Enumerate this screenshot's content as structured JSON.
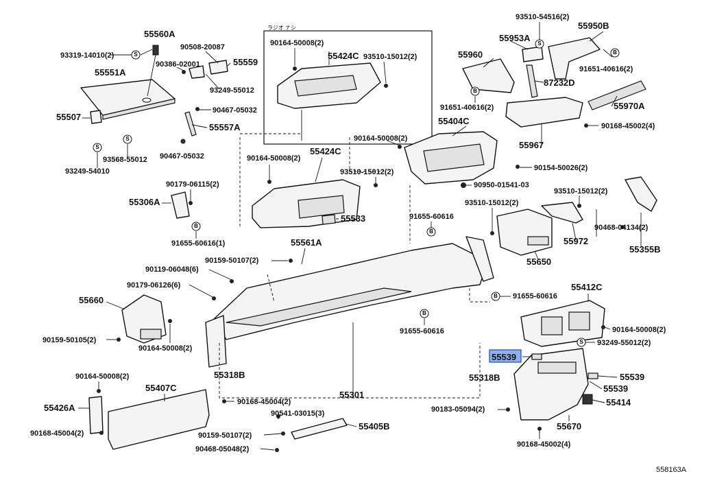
{
  "diagram": {
    "figure_id": "558163A",
    "highlighted_part": "55539",
    "radio_box_caption": "ラジオ ナシ",
    "symbol_s": "S",
    "symbol_b": "B",
    "labels": {
      "p55560A": "55560A",
      "p93319": "93319-14010(2)",
      "p90508": "90508-20087",
      "p90386": "90386-02001",
      "p55559": "55559",
      "p55551A": "55551A",
      "p93249_55012a": "93249-55012",
      "p90467_05032a": "90467-05032",
      "p55507": "55507",
      "p55557A": "55557A",
      "p93568": "93568-55012",
      "p90467_05032b": "90467-05032",
      "p93249_54010": "93249-54010",
      "p90164_box": "90164-50008(2)",
      "p55424C_box": "55424C",
      "p93510_box": "93510-15012(2)",
      "p55953A": "55953A",
      "p93510_54516": "93510-54516(2)",
      "p55950B": "55950B",
      "p55960": "55960",
      "p91651_a": "91651-40616(2)",
      "p87232D": "87232D",
      "p91651_b": "91651-40616(2)",
      "p55970A": "55970A",
      "p90168_45002_4a": "90168-45002(4)",
      "p55967": "55967",
      "p55404C": "55404C",
      "p90164_mid": "90164-50008(2)",
      "p90154": "90154-50026(2)",
      "p90950": "90950-01541-03",
      "p90164_left": "90164-50008(2)",
      "p55424C_mid": "55424C",
      "p93510_mid": "93510-15012(2)",
      "p55533": "55533",
      "p90179_06115": "90179-06115(2)",
      "p55306A": "55306A",
      "p91655_60616_1": "91655-60616(1)",
      "p93510_right": "93510-15012(2)",
      "p93510_far": "93510-15012(2)",
      "p91655_60616_top": "91655-60616",
      "p55972": "55972",
      "p90468_04134": "90468-04134(2)",
      "p55355B": "55355B",
      "p55650": "55650",
      "p55561A": "55561A",
      "p90159_50107_2": "90159-50107(2)",
      "p90119": "90119-06048(6)",
      "p90179_06126": "90179-06126(6)",
      "p55660": "55660",
      "p91655_60616_r": "91655-60616",
      "p55412C": "55412C",
      "p90164_r": "90164-50008(2)",
      "p93249_55012b": "93249-55012(2)",
      "p91655_60616_bot": "91655-60616",
      "p90159_50105": "90159-50105(2)",
      "p90164_bl": "90164-50008(2)",
      "p55539_hl": "55539",
      "p55318B_l": "55318B",
      "p55318B_r": "55318B",
      "p55539_a": "55539",
      "p55539_b": "55539",
      "p55414": "55414",
      "p90183": "90183-05094(2)",
      "p55670": "55670",
      "p90168_45002_4b": "90168-45002(4)",
      "p55301": "55301",
      "p90164_bl2": "90164-50008(2)",
      "p55407C": "55407C",
      "p55426A": "55426A",
      "p90168_45004_2a": "90168-45004(2)",
      "p90168_45004_2b": "90168-45004(2)",
      "p90541": "90541-03015(3)",
      "p90159_50107_b": "90159-50107(2)",
      "p55405B": "55405B",
      "p90468_05048": "90468-05048(2)"
    }
  }
}
